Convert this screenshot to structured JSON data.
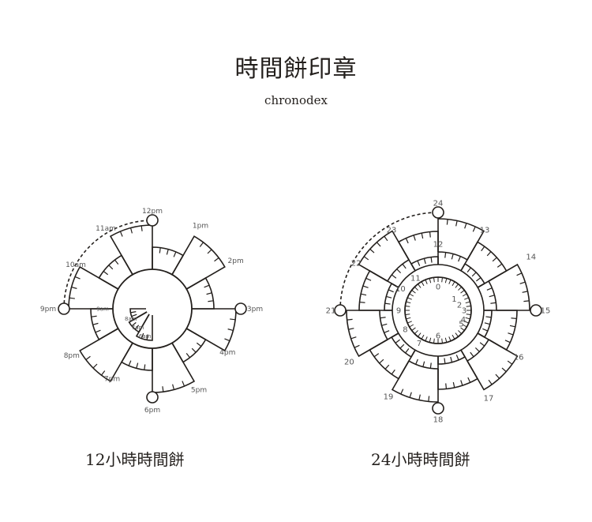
{
  "title": "時間餅印章",
  "subtitle": "chronodex",
  "caption_12h": "12小時時間餅",
  "caption_24h": "24小時時間餅",
  "clock12": {
    "labels": [
      "12pm",
      "1pm",
      "2pm",
      "3pm",
      "4pm",
      "5pm",
      "6pm",
      "7pm",
      "8pm",
      "9pm",
      "10am",
      "11am"
    ],
    "inner_labels": [
      "9am",
      "8am",
      "7am",
      "6am"
    ]
  },
  "clock24": {
    "outer_labels": [
      "24",
      "13",
      "14",
      "15",
      "16",
      "17",
      "18",
      "19",
      "20",
      "21",
      "22",
      "23"
    ],
    "middle_labels": [
      "12",
      "11",
      "10",
      "9",
      "8",
      "7",
      "6",
      "5",
      "4",
      "3",
      "2",
      "1"
    ],
    "inner_labels": [
      "0"
    ]
  },
  "colors": {
    "line": "#231f1c",
    "text": "#555555"
  }
}
